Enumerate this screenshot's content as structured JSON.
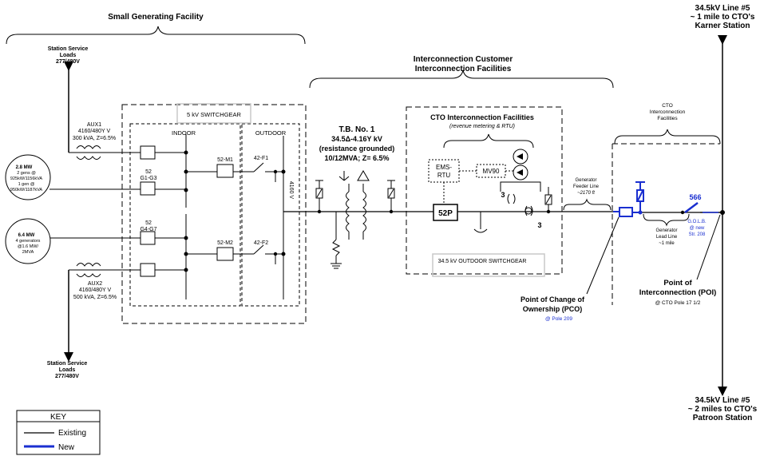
{
  "headers": {
    "small_facility": "Small Generating Facility",
    "interconnection_customer": [
      "Interconnection Customer",
      "Interconnection Facilities"
    ],
    "line_top": [
      "34.5kV Line #5",
      "~ 1 mile to CTO's",
      "Karner Station"
    ],
    "line_bottom": [
      "34.5kV Line #5",
      "~ 2 miles to CTO's",
      "Patroon Station"
    ]
  },
  "station_service_top": [
    "Station Service",
    "Loads",
    "277/480V"
  ],
  "station_service_bottom": [
    "Station Service",
    "Loads",
    "277/480V"
  ],
  "aux1": [
    "AUX1",
    "4160/480Y V",
    "300 kVA, Z=6.5%"
  ],
  "aux2": [
    "AUX2",
    "4160/480Y V",
    "500 kVA, Z=6.5%"
  ],
  "gen1": [
    "2.8 MW",
    "2 gens @",
    "925kW/1156kVA",
    "1 gen @",
    "950kW/1187kVA"
  ],
  "gen2": [
    "6.4 MW",
    "4 generators",
    "@1.6 MW/",
    "2MVA"
  ],
  "switchgear_5kv": "5 kV SWITCHGEAR",
  "indoor": "INDOOR",
  "outdoor": "OUTDOOR",
  "b52_g1": [
    "52",
    "G1-G3"
  ],
  "b52_g4": [
    "52",
    "G4-G7"
  ],
  "b52m1": "52-M1",
  "b52m2": "52-M2",
  "f42_1": "42-F1",
  "f42_2": "42-F2",
  "v4160": "4160 V",
  "tb1": [
    "T.B. No. 1",
    "34.5Δ-4.16Y kV",
    "(resistance grounded)",
    "10/12MVA; Z= 6.5%"
  ],
  "cto_facilities": [
    "CTO Interconnection  Facilities",
    "(revenue metering & RTU)"
  ],
  "ems_rtu": [
    "EMS-",
    "RTU"
  ],
  "mv90": "MV90",
  "b52p": "52P",
  "ct_three": "3",
  "pt_three": "3",
  "outdoor_switchgear": "34.5 kV OUTDOOR SWITCHGEAR",
  "gen_feeder": [
    "Generator",
    "Feeder Line",
    "~2170 ft"
  ],
  "cto_if_right": [
    "CTO",
    "Interconnection",
    "Facilities"
  ],
  "gen_lead": [
    "Generator",
    "Lead Line",
    "~1 mile"
  ],
  "sw566": "566",
  "golb": [
    "G.O.L.B.",
    "@ new",
    "Str. 208"
  ],
  "pco": [
    "Point of Change of",
    "Ownership (PCO)",
    "@ Pole 209"
  ],
  "poi": [
    "Point of",
    "Interconnection (POI)",
    "@ CTO Pole 17 1/2"
  ],
  "key": {
    "title": "KEY",
    "existing": "Existing",
    "new": "New"
  },
  "colors": {
    "new": "#1a2fd0",
    "existing": "#000000",
    "box_gray": "#c8c8c8"
  }
}
